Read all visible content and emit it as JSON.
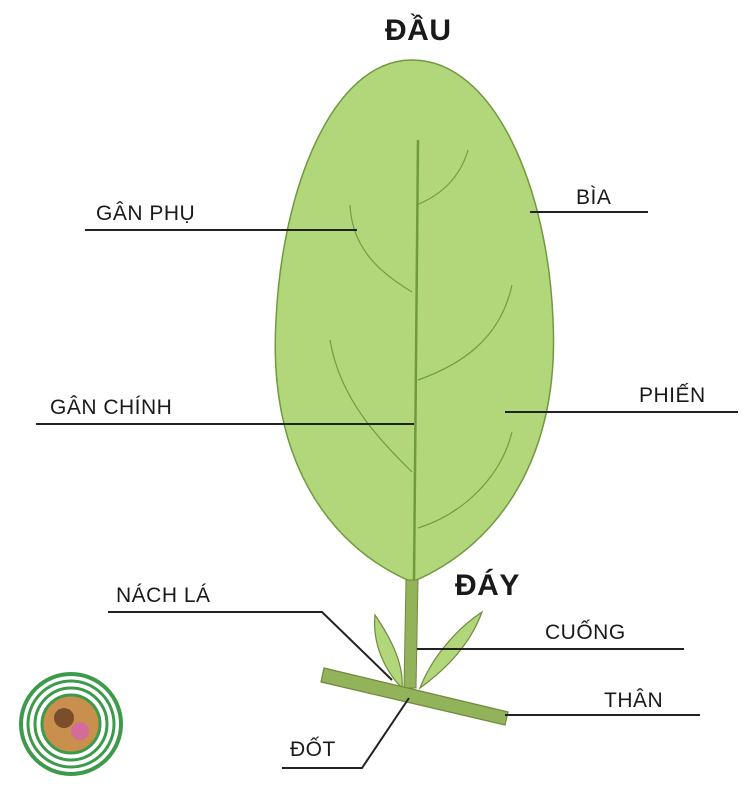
{
  "title_top": "ĐẦU",
  "title_bottom": "ĐÁY",
  "labels": {
    "gan_phu": "GÂN PHỤ",
    "bia": "BÌA",
    "gan_chinh": "GÂN CHÍNH",
    "phien": "PHIẾN",
    "nach_la": "NÁCH LÁ",
    "cuong": "CUỐNG",
    "than": "THÂN",
    "dot": "ĐỐT"
  },
  "colors": {
    "leaf_fill": "#b2d77a",
    "leaf_outline": "#6f9a3e",
    "vein": "#5f8f35",
    "stem": "#93b35a",
    "stem_dark": "#6f8a3c",
    "line": "#222222"
  },
  "logo": {
    "icon": "spiral-logo-icon"
  }
}
